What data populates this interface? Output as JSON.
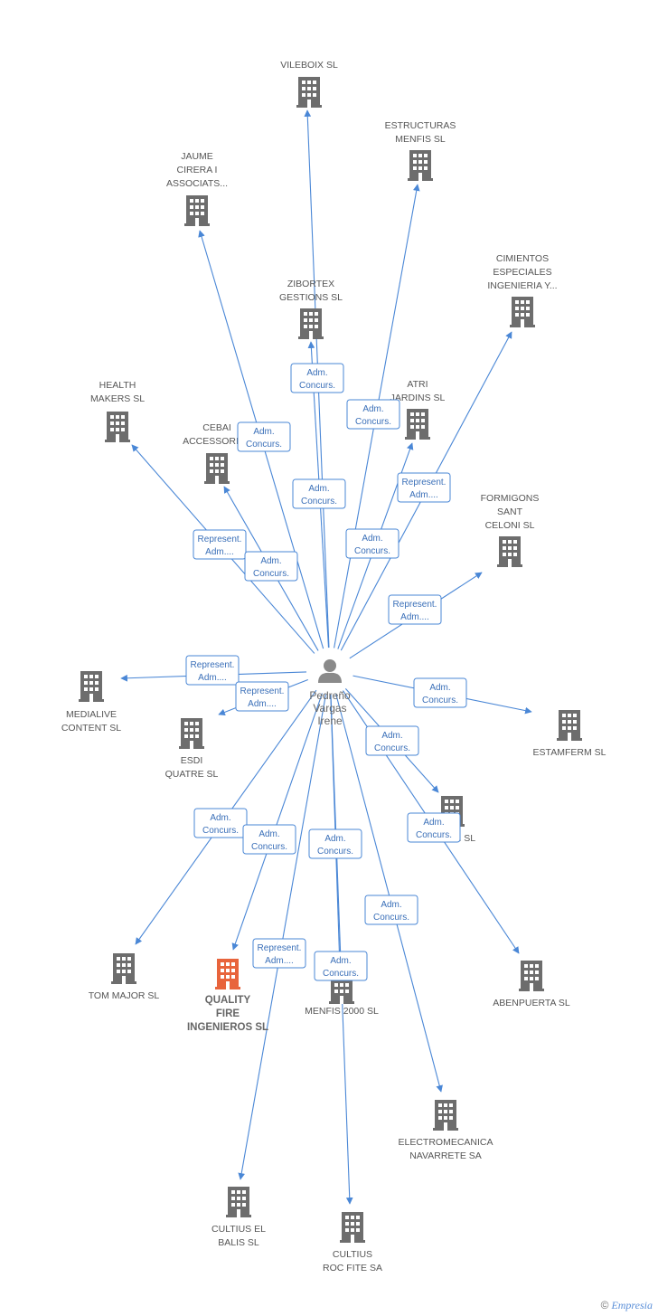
{
  "center": {
    "name_lines": [
      "Pedreño",
      "Vargas",
      "Irene"
    ]
  },
  "companies": [
    {
      "id": "vileboix",
      "lines": [
        "VILEBOIX SL"
      ]
    },
    {
      "id": "estructuras",
      "lines": [
        "ESTRUCTURAS",
        "MENFIS SL"
      ]
    },
    {
      "id": "jaume",
      "lines": [
        "JAUME",
        "CIRERA I",
        "ASSOCIATS..."
      ]
    },
    {
      "id": "cimientos",
      "lines": [
        "CIMIENTOS",
        "ESPECIALES",
        "INGENIERIA Y..."
      ]
    },
    {
      "id": "zibortex",
      "lines": [
        "ZIBORTEX",
        "GESTIONS SL"
      ]
    },
    {
      "id": "atri",
      "lines": [
        "ATRI",
        "JARDINS SL"
      ]
    },
    {
      "id": "health",
      "lines": [
        "HEALTH",
        "MAKERS SL"
      ]
    },
    {
      "id": "cebai",
      "lines": [
        "CEBAI",
        "ACCESSORIES"
      ]
    },
    {
      "id": "formigons",
      "lines": [
        "FORMIGONS",
        "SANT",
        "CELONI SL"
      ]
    },
    {
      "id": "medialive",
      "lines": [
        "MEDIALIVE",
        "CONTENT SL"
      ]
    },
    {
      "id": "esdi",
      "lines": [
        "ESDI",
        "QUATRE  SL"
      ]
    },
    {
      "id": "estamferm",
      "lines": [
        "ESTAMFERM SL"
      ]
    },
    {
      "id": "hidden",
      "lines": [
        "...N SL"
      ]
    },
    {
      "id": "tommajor",
      "lines": [
        "TOM MAJOR SL"
      ]
    },
    {
      "id": "quality",
      "lines": [
        "QUALITY",
        "FIRE",
        "INGENIEROS SL"
      ],
      "highlight": true
    },
    {
      "id": "menfis2000",
      "lines": [
        "MENFIS 2000 SL"
      ]
    },
    {
      "id": "abenpuerta",
      "lines": [
        "ABENPUERTA SL"
      ]
    },
    {
      "id": "electromecanica",
      "lines": [
        "ELECTROMECANICA",
        "NAVARRETE SA"
      ]
    },
    {
      "id": "cultiusel",
      "lines": [
        "CULTIUS EL",
        "BALIS SL"
      ]
    },
    {
      "id": "cultiusroc",
      "lines": [
        "CULTIUS",
        "ROC FITE SA"
      ]
    }
  ],
  "edges": [
    {
      "to": "vileboix",
      "label": [
        "Adm.",
        "Concurs."
      ]
    },
    {
      "to": "estructuras",
      "label": [
        "Adm.",
        "Concurs."
      ]
    },
    {
      "to": "jaume",
      "label": [
        "Adm.",
        "Concurs."
      ]
    },
    {
      "to": "cimientos",
      "label": [
        "Represent.",
        "Adm...."
      ]
    },
    {
      "to": "zibortex",
      "label": [
        "Adm.",
        "Concurs."
      ]
    },
    {
      "to": "atri",
      "label": [
        "Adm.",
        "Concurs."
      ]
    },
    {
      "to": "health",
      "label": [
        "Represent.",
        "Adm...."
      ]
    },
    {
      "to": "cebai",
      "label": [
        "Adm.",
        "Concurs."
      ]
    },
    {
      "to": "formigons",
      "label": [
        "Represent.",
        "Adm...."
      ]
    },
    {
      "to": "medialive",
      "label": [
        "Represent.",
        "Adm...."
      ]
    },
    {
      "to": "esdi",
      "label": [
        "Represent.",
        "Adm...."
      ]
    },
    {
      "to": "estamferm",
      "label": [
        "Adm.",
        "Concurs."
      ]
    },
    {
      "to": "hidden",
      "label": [
        "Adm.",
        "Concurs."
      ]
    },
    {
      "to": "abenpuerta",
      "label": [
        "Adm.",
        "Concurs."
      ]
    },
    {
      "to": "tommajor",
      "label": [
        "Adm.",
        "Concurs."
      ]
    },
    {
      "to": "quality",
      "label": [
        "Adm.",
        "Concurs."
      ]
    },
    {
      "to": "menfis2000",
      "label": [
        "Adm.",
        "Concurs."
      ]
    },
    {
      "to": "electromecanica",
      "label": [
        "Adm.",
        "Concurs."
      ]
    },
    {
      "to": "cultiusel",
      "label": [
        "Represent.",
        "Adm...."
      ]
    },
    {
      "to": "cultiusroc",
      "label": [
        "Adm.",
        "Concurs."
      ]
    }
  ],
  "colors": {
    "edge": "#4a87d6",
    "building": "#6d6d6d",
    "building_highlight": "#e8643c",
    "person": "#8a8a8a"
  },
  "branding": {
    "copyright": "©",
    "name": "Empresia"
  }
}
